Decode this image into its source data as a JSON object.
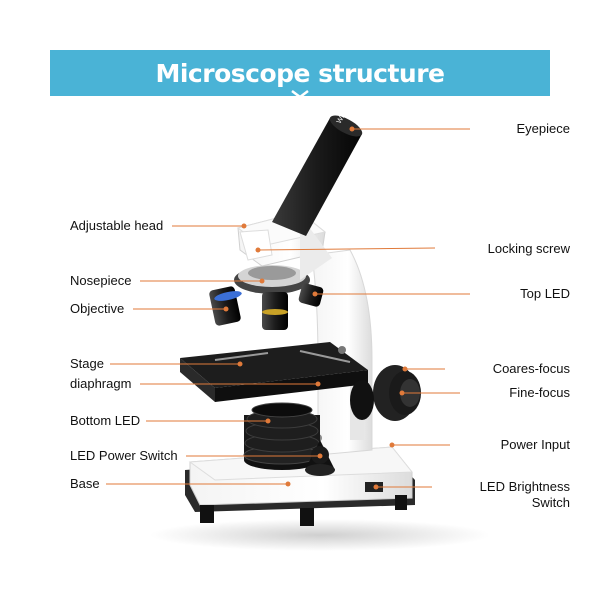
{
  "banner": {
    "title": "Microscope structure",
    "color": "#4ab3d6",
    "icon": "double-chevron-down-icon"
  },
  "eyepiece_marking": "WF25X",
  "leader_color": "#e07a3a",
  "labels": {
    "left": [
      {
        "id": "adjustable-head",
        "text": "Adjustable head"
      },
      {
        "id": "nosepiece",
        "text": "Nosepiece"
      },
      {
        "id": "objective",
        "text": "Objective"
      },
      {
        "id": "stage",
        "text": "Stage"
      },
      {
        "id": "diaphragm",
        "text": "diaphragm"
      },
      {
        "id": "bottom-led",
        "text": "Bottom LED"
      },
      {
        "id": "led-power-switch",
        "text": "LED Power Switch"
      },
      {
        "id": "base",
        "text": "Base"
      }
    ],
    "right": [
      {
        "id": "eyepiece",
        "text": "Eyepiece"
      },
      {
        "id": "locking-screw",
        "text": "Locking screw"
      },
      {
        "id": "top-led",
        "text": "Top LED"
      },
      {
        "id": "coares-focus",
        "text": "Coares-focus"
      },
      {
        "id": "fine-focus",
        "text": "Fine-focus"
      },
      {
        "id": "power-input",
        "text": "Power Input"
      },
      {
        "id": "led-brightness-switch",
        "text": "LED Brightness\nSwitch"
      }
    ]
  }
}
